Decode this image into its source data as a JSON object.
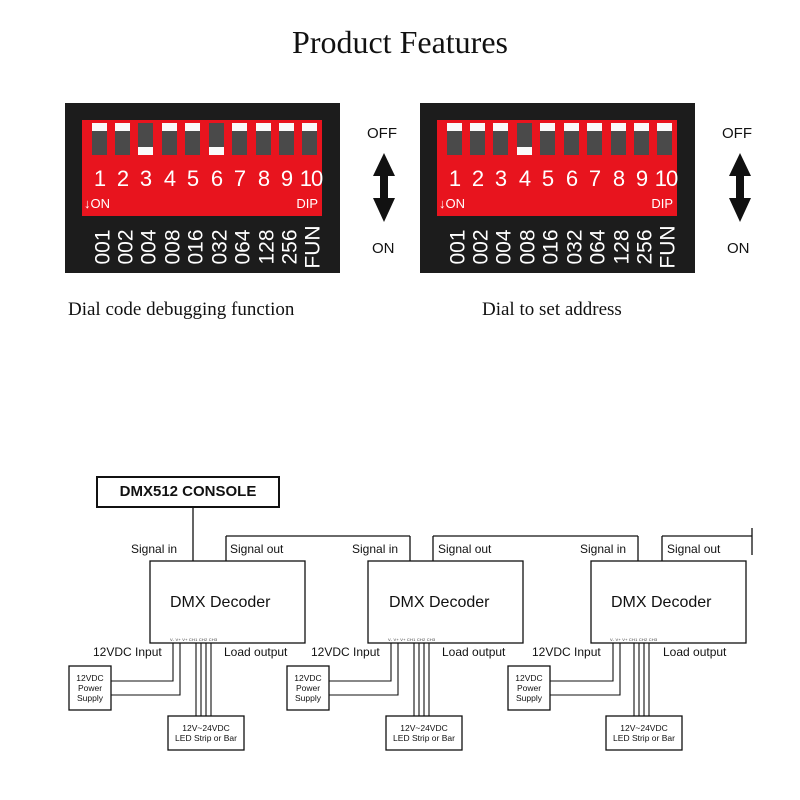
{
  "header": {
    "title": "Product Features"
  },
  "dip_panels": [
    {
      "caption": "Dial code debugging function",
      "switch_on": [
        false,
        false,
        true,
        false,
        false,
        true,
        false,
        false,
        false,
        false
      ]
    },
    {
      "caption": "Dial to set address",
      "switch_on": [
        false,
        false,
        false,
        true,
        false,
        false,
        false,
        false,
        false,
        false
      ]
    }
  ],
  "dip": {
    "numbers": [
      "1",
      "2",
      "3",
      "4",
      "5",
      "6",
      "7",
      "8",
      "9",
      "10"
    ],
    "on_label": "↓ON",
    "dip_label": "DIP",
    "values": [
      "001",
      "002",
      "004",
      "008",
      "016",
      "032",
      "064",
      "128",
      "256",
      "FUN"
    ],
    "off_text": "OFF",
    "on_text": "ON"
  },
  "wiring": {
    "console_label": "DMX512 CONSOLE",
    "signal_in": "Signal in",
    "signal_out": "Signal out",
    "decoder_label": "DMX Decoder",
    "dc_input": "12VDC Input",
    "load_output": "Load output",
    "power_supply": [
      "12VDC",
      "Power",
      "Supply"
    ],
    "led_strip": [
      "12V~24VDC",
      "LED Strip or Bar"
    ],
    "pin_labels": "V- V+ V+ CH1 CH2 CH3"
  },
  "colors": {
    "dip_body": "#1c1c1c",
    "dip_red": "#e8141e",
    "switch_slot": "#4a4a4a"
  }
}
